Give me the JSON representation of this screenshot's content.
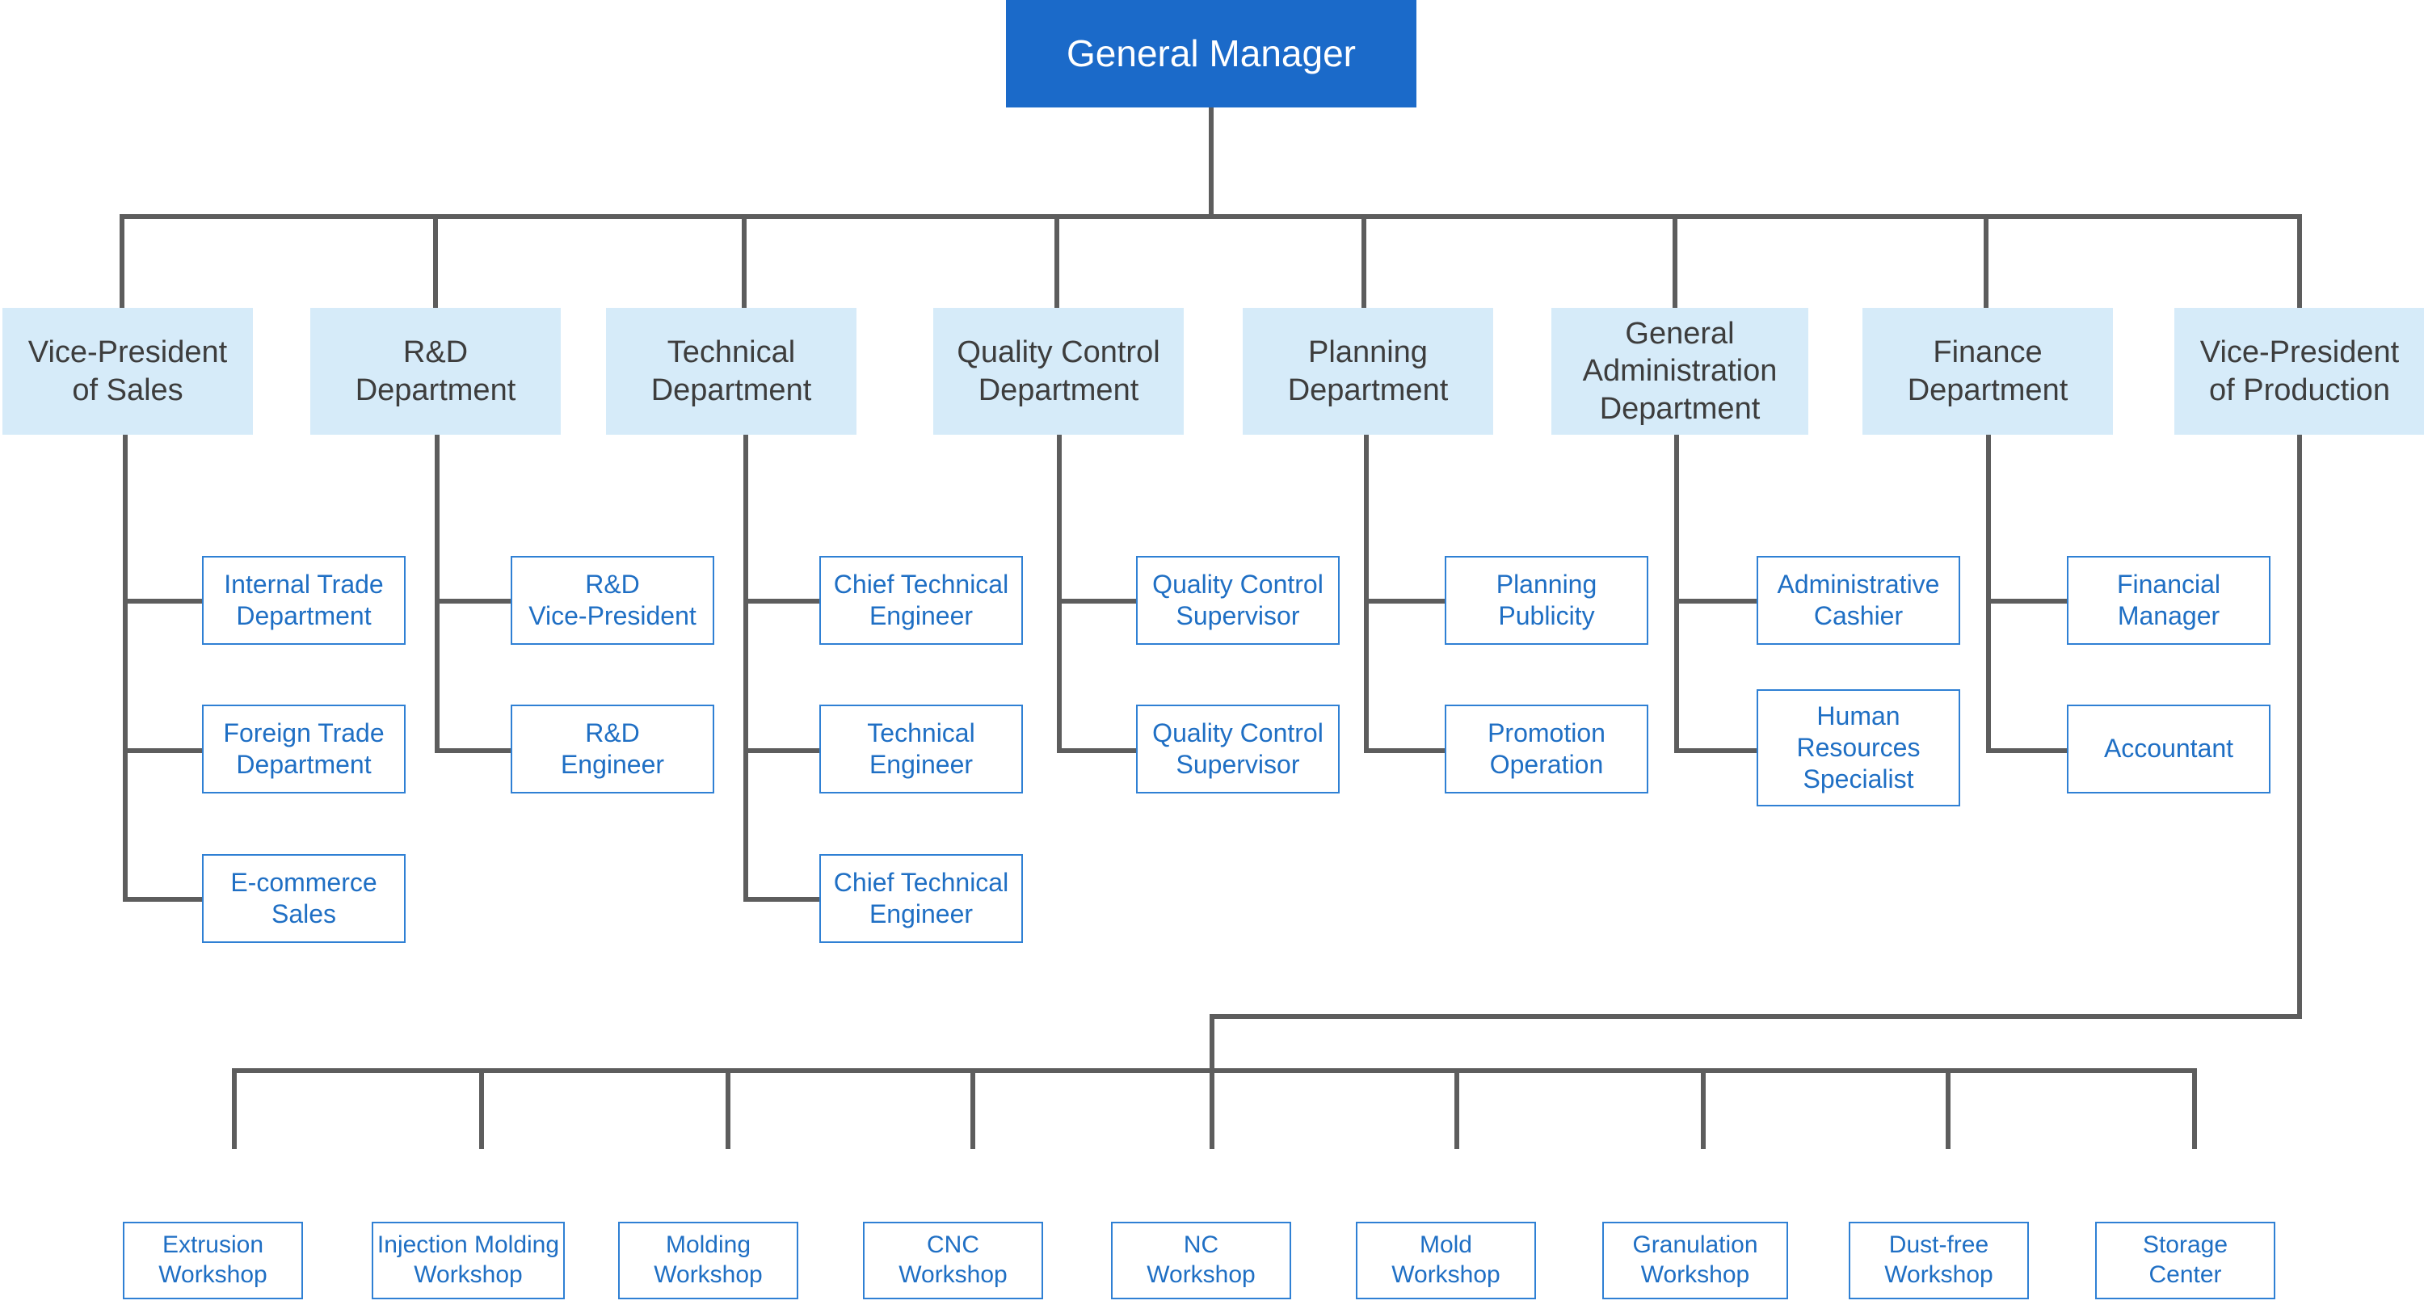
{
  "chart_data": {
    "type": "diagram",
    "title": "Organizational Chart",
    "root": "General Manager",
    "levels": 4,
    "colors": {
      "root_fill": "#1b6ac9",
      "root_text": "#ffffff",
      "department_fill": "#d6ebf9",
      "department_text": "#3d3d3d",
      "leaf_fill": "#ffffff",
      "leaf_border": "#2f80d4",
      "leaf_text": "#1f6fc4",
      "connector": "#5d5d5d"
    }
  },
  "root": {
    "label": "General Manager"
  },
  "departments": [
    {
      "label": "Vice-President\nof Sales"
    },
    {
      "label": "R&D\nDepartment"
    },
    {
      "label": "Technical\nDepartment"
    },
    {
      "label": "Quality Control\nDepartment"
    },
    {
      "label": "Planning\nDepartment"
    },
    {
      "label": "General\nAdministration\nDepartment"
    },
    {
      "label": "Finance\nDepartment"
    },
    {
      "label": "Vice-President\nof Production"
    }
  ],
  "subunits": {
    "sales": [
      {
        "label": "Internal Trade\nDepartment"
      },
      {
        "label": "Foreign Trade\nDepartment"
      },
      {
        "label": "E-commerce\nSales"
      }
    ],
    "rnd": [
      {
        "label": "R&D\nVice-President"
      },
      {
        "label": "R&D\nEngineer"
      }
    ],
    "technical": [
      {
        "label": "Chief Technical\nEngineer"
      },
      {
        "label": "Technical\nEngineer"
      },
      {
        "label": "Chief Technical\nEngineer"
      }
    ],
    "quality": [
      {
        "label": "Quality Control\nSupervisor"
      },
      {
        "label": "Quality Control\nSupervisor"
      }
    ],
    "planning": [
      {
        "label": "Planning\nPublicity"
      },
      {
        "label": "Promotion\nOperation"
      }
    ],
    "administration": [
      {
        "label": "Administrative\nCashier"
      },
      {
        "label": "Human\nResources\nSpecialist"
      }
    ],
    "finance": [
      {
        "label": "Financial\nManager"
      },
      {
        "label": "Accountant"
      }
    ]
  },
  "workshops": [
    {
      "label": "Extrusion\nWorkshop"
    },
    {
      "label": "Injection Molding\nWorkshop"
    },
    {
      "label": "Molding\nWorkshop"
    },
    {
      "label": "CNC\nWorkshop"
    },
    {
      "label": "NC\nWorkshop"
    },
    {
      "label": "Mold\nWorkshop"
    },
    {
      "label": "Granulation\nWorkshop"
    },
    {
      "label": "Dust-free\nWorkshop"
    },
    {
      "label": "Storage\nCenter"
    }
  ]
}
